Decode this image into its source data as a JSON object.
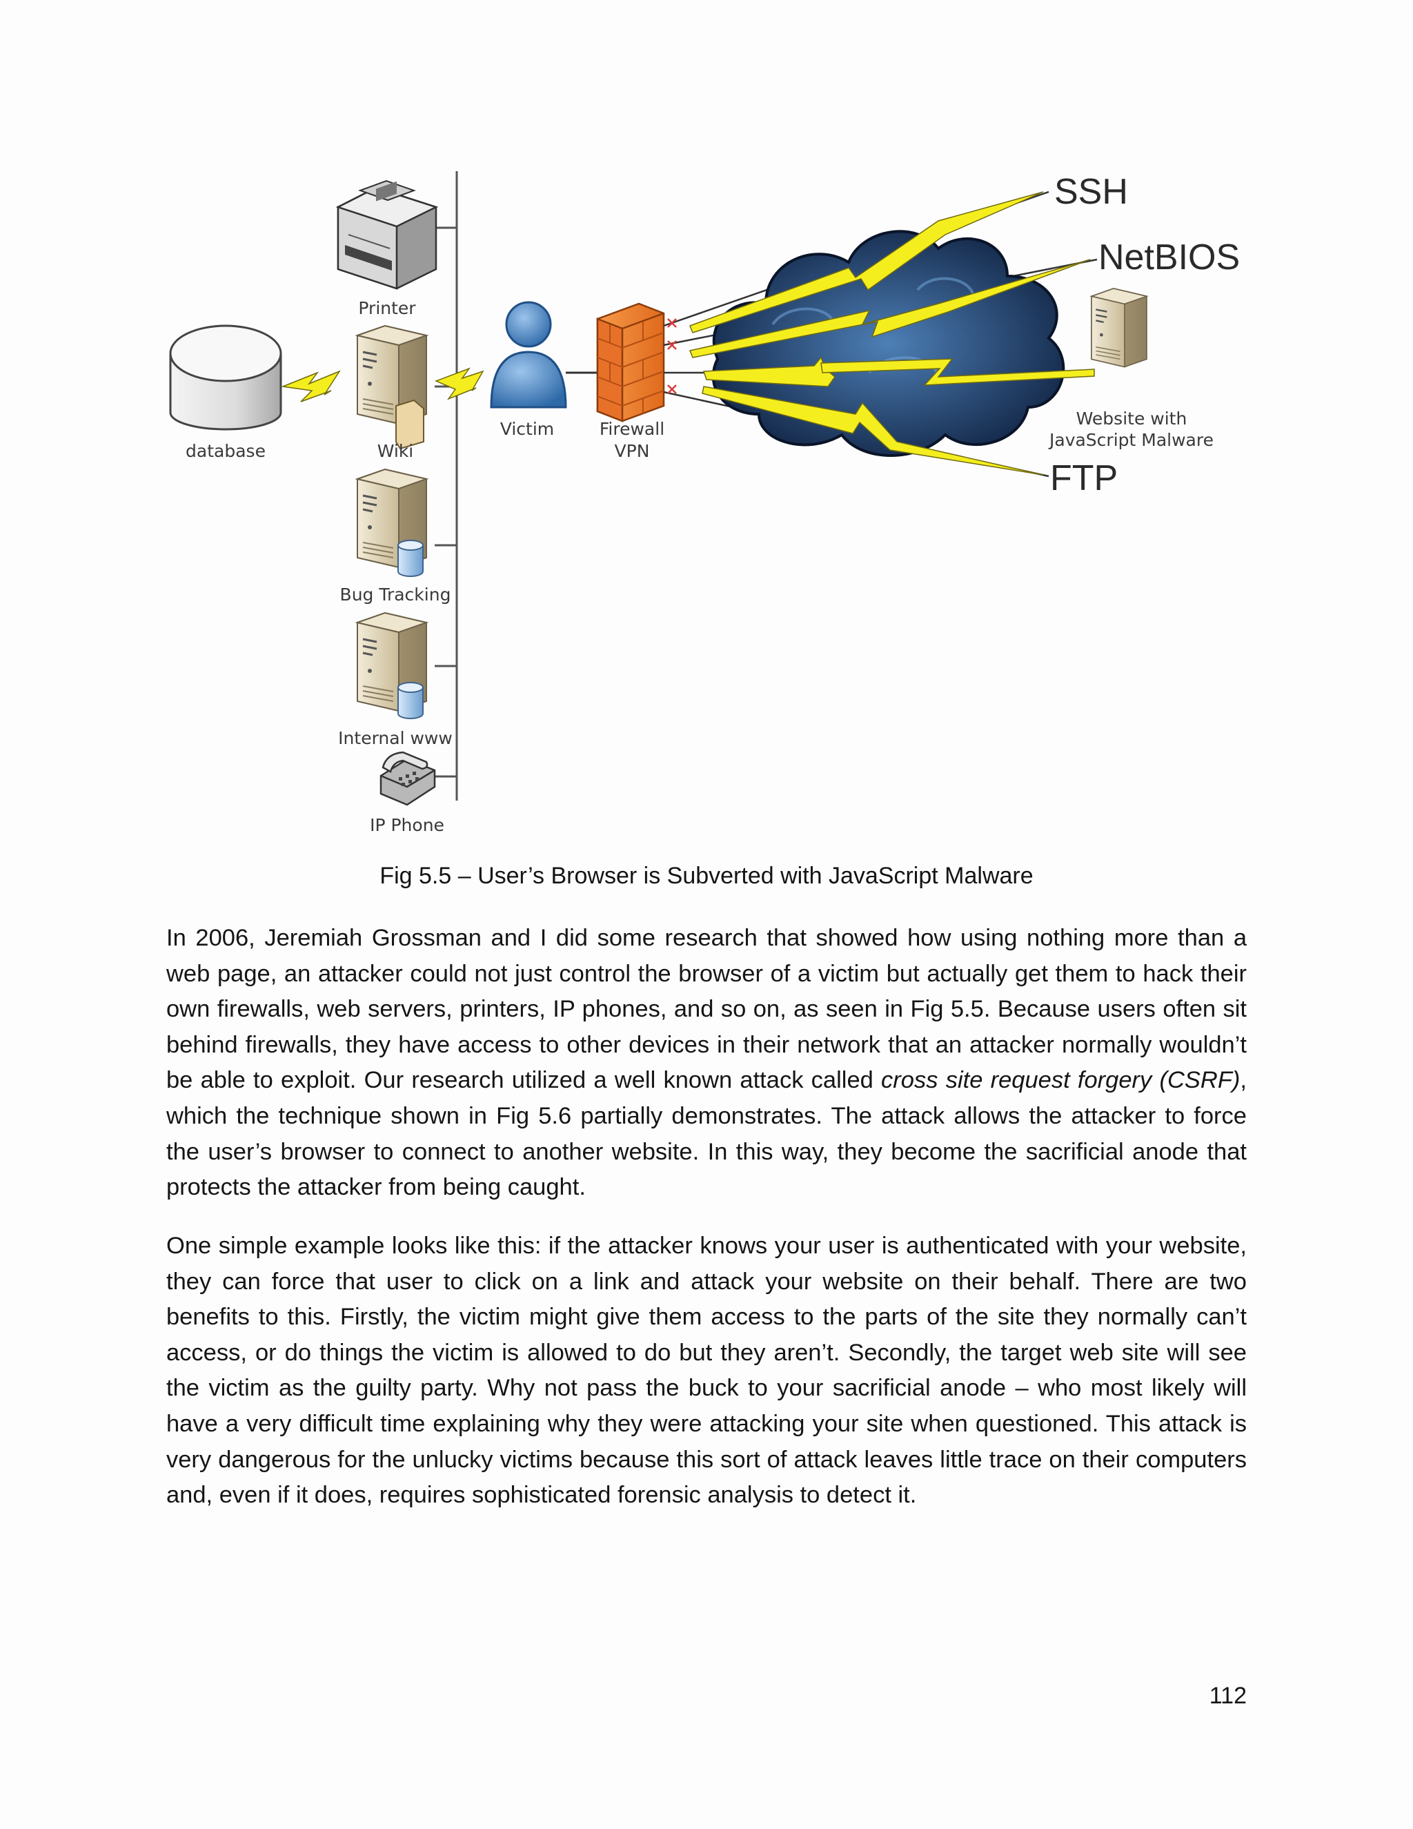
{
  "figure": {
    "labels": {
      "printer": "Printer",
      "database": "database",
      "wiki": "Wiki",
      "victim": "Victim",
      "firewall_line1": "Firewall",
      "firewall_line2": "VPN",
      "bug_tracking": "Bug Tracking",
      "internal_www": "Internal www",
      "ip_phone": "IP Phone",
      "website_line1": "Website with",
      "website_line2": "JavaScript Malware",
      "ssh": "SSH",
      "netbios": "NetBIOS",
      "ftp": "FTP"
    },
    "colors": {
      "lightning": "#f5ee1e",
      "firewall": "#f07f2c",
      "cloud": "#1d3a66",
      "victim": "#4a87c7",
      "blocked_mark": "#d83a3a"
    },
    "icons": [
      "printer-icon",
      "database-icon",
      "server-icon",
      "user-icon",
      "firewall-icon",
      "cloud-icon",
      "lightning-icon",
      "phone-icon"
    ]
  },
  "caption": "Fig 5.5 – User’s Browser is Subverted with JavaScript Malware",
  "paragraphs": {
    "p1_a": "In 2006, Jeremiah Grossman and I did some research that showed how using nothing more than a web page, an attacker could not just control the browser of a victim but actually get them to hack their own firewalls, web servers, printers, IP phones, and so on, as seen in Fig 5.5.  Because users often sit behind firewalls, they have access to other devices in their network that an attacker normally wouldn’t be able to exploit.  Our research utilized a well known attack called ",
    "p1_em": "cross site request forgery (CSRF)",
    "p1_b": ", which the technique shown in Fig 5.6 partially demonstrates.  The attack allows the attacker to force the user’s browser to connect to another website.   In this way, they become the sacrificial anode that protects the attacker from being caught.",
    "p2": "One simple example looks like this: if the attacker knows your user is authenticated with your website, they can force that user to click on a link and attack your website on their behalf.  There are two benefits to this.  Firstly, the victim might give them access to the parts of the site they normally can’t access, or do things the victim is allowed to do but they aren’t.   Secondly, the target web site will see the victim as the guilty party.  Why not pass the buck to your sacrificial anode – who most likely will have a very difficult time explaining why they were attacking your site when questioned. This attack is very dangerous for the unlucky victims because this sort of attack leaves little trace on their computers and, even if it does, requires sophisticated forensic analysis to detect it."
  },
  "page_number": "112"
}
